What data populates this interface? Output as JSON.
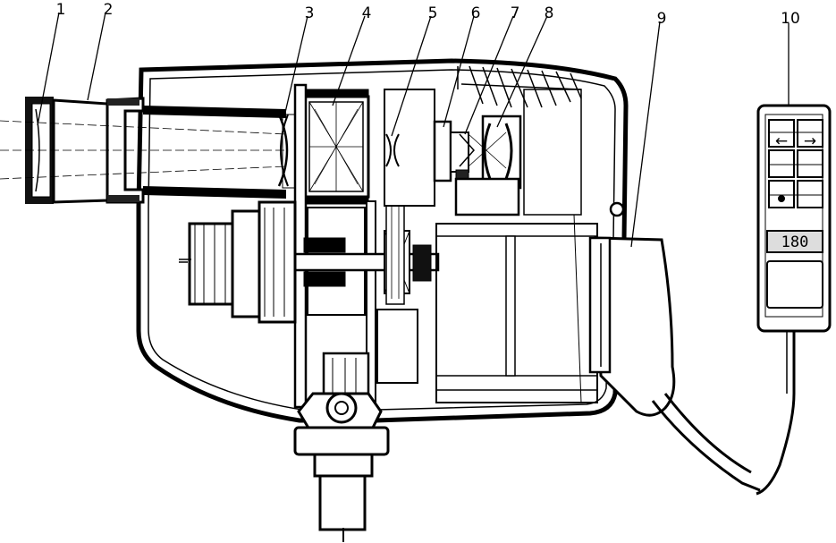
{
  "diagram": {
    "callouts": [
      "1",
      "2",
      "3",
      "4",
      "5",
      "6",
      "7",
      "8",
      "9",
      "10"
    ],
    "remote": {
      "counter_value": "180",
      "arrow_left": "←",
      "arrow_right": "→"
    }
  }
}
